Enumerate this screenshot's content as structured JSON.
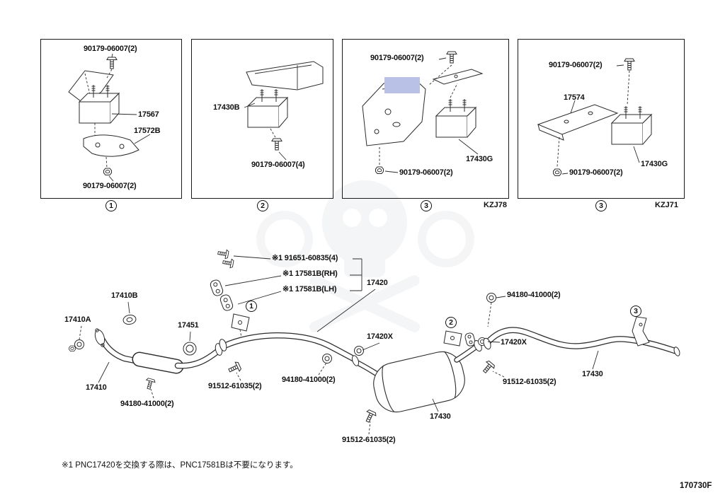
{
  "doc": {
    "figure_code": "170730F",
    "footnote": "※1 PNC17420を交換する際は、PNC17581Bは不要になります。",
    "highlight_color": "#b9c1e6"
  },
  "panels": [
    {
      "callout": "1",
      "variant": "",
      "labels": {
        "top_bolt": "90179-06007(2)",
        "insulator": "17567",
        "bracket": "17572B",
        "bottom_nut": "90179-06007(2)"
      }
    },
    {
      "callout": "2",
      "variant": "",
      "labels": {
        "bracket": "17430B",
        "bolt": "90179-06007(4)"
      }
    },
    {
      "callout": "3",
      "variant": "KZJ78",
      "labels": {
        "top_bolt": "90179-06007(2)",
        "insulator": "17430G",
        "bottom_nut": "90179-06007(2)"
      }
    },
    {
      "callout": "3",
      "variant": "KZJ71",
      "labels": {
        "top_bolt": "90179-06007(2)",
        "bracket": "17574",
        "insulator": "17430G",
        "bottom_nut": "90179-06007(2)"
      }
    }
  ],
  "diagram": {
    "callouts": {
      "c1": "1",
      "c2": "2",
      "c3": "3"
    },
    "labels": {
      "bolt_91651": "※1 91651-60835(4)",
      "hanger_rh": "※1 17581B(RH)",
      "hanger_lh": "※1 17581B(LH)",
      "center_pipe": "17420",
      "gasket_17410b": "17410B",
      "gasket_17410a": "17410A",
      "ring_17451": "17451",
      "front_pipe": "17410",
      "stud_front": "94180-41000(2)",
      "bolt_front": "91512-61035(2)",
      "stud_mid": "94180-41000(2)",
      "bolt_mid": "91512-61035(2)",
      "tailpipe_joint_front": "17420X",
      "tailpipe_joint_rear": "17420X",
      "stud_rear": "94180-41000(2)",
      "bolt_rear": "91512-61035(2)",
      "muffler": "17430",
      "tail_pipe": "17430"
    }
  }
}
